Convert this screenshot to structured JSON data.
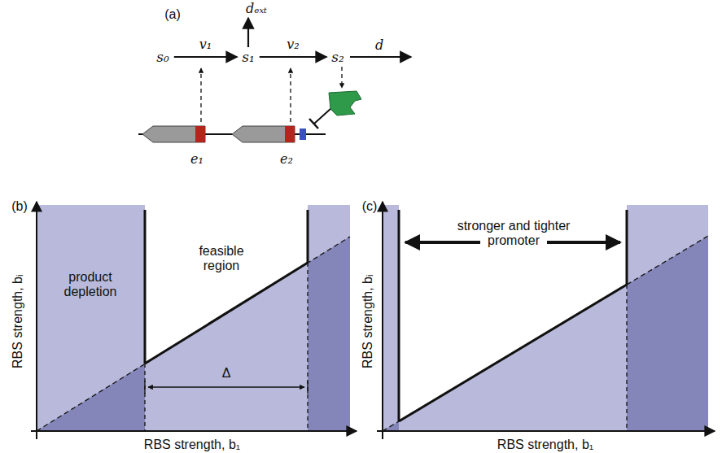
{
  "diagram": {
    "nodes": [
      {
        "text": [
          "s₀"
        ]
      },
      {
        "text": [
          "s₁"
        ]
      },
      {
        "text": [
          "s₂"
        ]
      }
    ],
    "edges": [
      {
        "from": 0,
        "to": 1,
        "arrow": "to",
        "label": "v₁"
      },
      {
        "from": 1,
        "to": 2,
        "arrow": "to",
        "label": "v₂"
      }
    ],
    "labels": [
      "(a)",
      "dₑₓₜ",
      "d",
      "e₁",
      "e₂",
      "(b)",
      "RBS strength, bᵢ",
      "product depletion",
      "feasible region",
      "Δ",
      "RBS strength, b₁",
      "(c)",
      "RBS strength, bᵢ",
      "stronger and tighter promoter",
      "RBS strength, b₁"
    ]
  }
}
